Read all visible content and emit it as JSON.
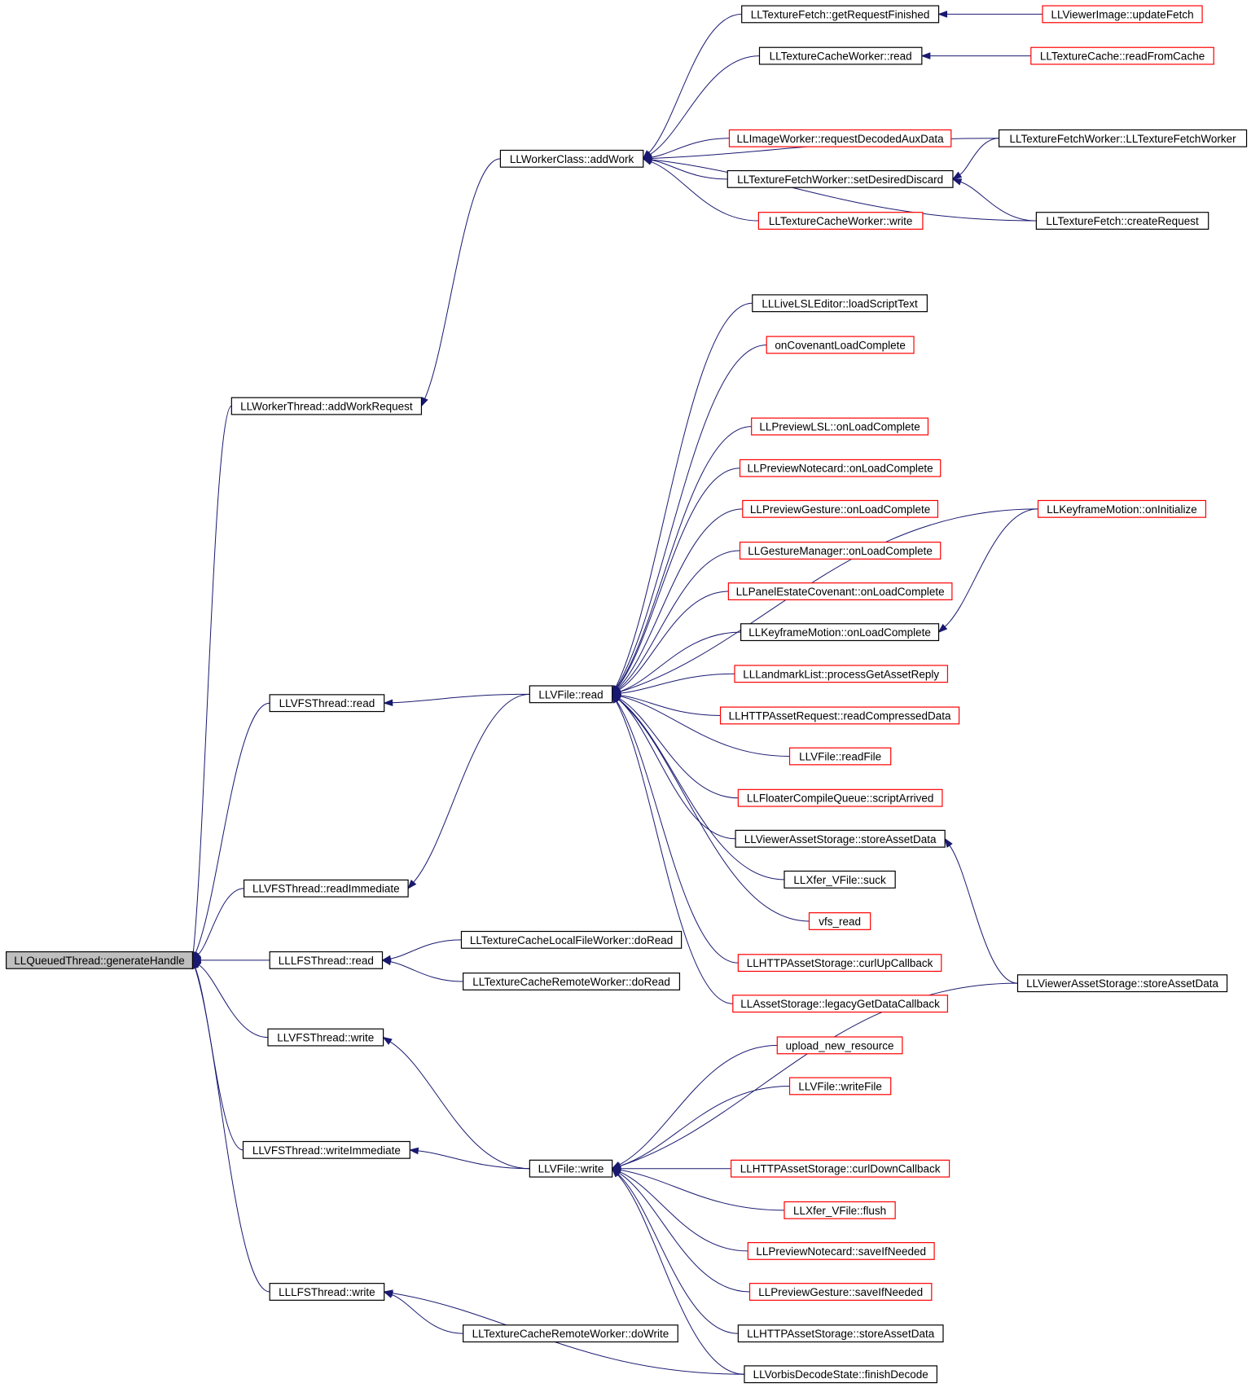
{
  "colors": {
    "edge": "#191970",
    "border_documented": "#000000",
    "border_undocumented": "#ff0000",
    "root_fill": "#bfbfbf",
    "node_fill": "#ffffff"
  },
  "nodes": [
    {
      "id": "root",
      "label": "LLQueuedThread::generateHandle",
      "style": "root"
    },
    {
      "id": "wt_addWorkRequest",
      "label": "LLWorkerThread::addWorkRequest",
      "style": "black"
    },
    {
      "id": "vfsthread_read",
      "label": "LLVFSThread::read",
      "style": "black"
    },
    {
      "id": "vfsthread_readImmediate",
      "label": "LLVFSThread::readImmediate",
      "style": "black"
    },
    {
      "id": "lfsthread_read",
      "label": "LLLFSThread::read",
      "style": "black"
    },
    {
      "id": "vfsthread_write",
      "label": "LLVFSThread::write",
      "style": "black"
    },
    {
      "id": "vfsthread_writeImmediate",
      "label": "LLVFSThread::writeImmediate",
      "style": "black"
    },
    {
      "id": "lfsthread_write",
      "label": "LLLFSThread::write",
      "style": "black"
    },
    {
      "id": "wc_addWork",
      "label": "LLWorkerClass::addWork",
      "style": "black"
    },
    {
      "id": "vfile_read",
      "label": "LLVFile::read",
      "style": "black"
    },
    {
      "id": "vfile_write",
      "label": "LLVFile::write",
      "style": "black"
    },
    {
      "id": "tclfw_doRead",
      "label": "LLTextureCacheLocalFileWorker::doRead",
      "style": "black"
    },
    {
      "id": "tcrw_doRead",
      "label": "LLTextureCacheRemoteWorker::doRead",
      "style": "black"
    },
    {
      "id": "tcrw_doWrite",
      "label": "LLTextureCacheRemoteWorker::doWrite",
      "style": "black"
    },
    {
      "id": "tf_getRequestFinished",
      "label": "LLTextureFetch::getRequestFinished",
      "style": "black"
    },
    {
      "id": "tcw_read",
      "label": "LLTextureCacheWorker::read",
      "style": "black"
    },
    {
      "id": "iw_requestDecodedAuxData",
      "label": "LLImageWorker::requestDecodedAuxData",
      "style": "red"
    },
    {
      "id": "tfw_setDesiredDiscard",
      "label": "LLTextureFetchWorker::setDesiredDiscard",
      "style": "black"
    },
    {
      "id": "tcw_write",
      "label": "LLTextureCacheWorker::write",
      "style": "red"
    },
    {
      "id": "vi_updateFetch",
      "label": "LLViewerImage::updateFetch",
      "style": "red"
    },
    {
      "id": "tc_readFromCache",
      "label": "LLTextureCache::readFromCache",
      "style": "red"
    },
    {
      "id": "tfw_ctor",
      "label": "LLTextureFetchWorker::LLTextureFetchWorker",
      "style": "black"
    },
    {
      "id": "tf_createRequest",
      "label": "LLTextureFetch::createRequest",
      "style": "black"
    },
    {
      "id": "livelsl_loadScriptText",
      "label": "LLLiveLSLEditor::loadScriptText",
      "style": "black"
    },
    {
      "id": "onCovenantLoadComplete",
      "label": "onCovenantLoadComplete",
      "style": "red"
    },
    {
      "id": "prevlsl_onLoadComplete",
      "label": "LLPreviewLSL::onLoadComplete",
      "style": "red"
    },
    {
      "id": "prevnote_onLoadComplete",
      "label": "LLPreviewNotecard::onLoadComplete",
      "style": "red"
    },
    {
      "id": "prevgest_onLoadComplete",
      "label": "LLPreviewGesture::onLoadComplete",
      "style": "red"
    },
    {
      "id": "gestmgr_onLoadComplete",
      "label": "LLGestureManager::onLoadComplete",
      "style": "red"
    },
    {
      "id": "panelcov_onLoadComplete",
      "label": "LLPanelEstateCovenant::onLoadComplete",
      "style": "red"
    },
    {
      "id": "kfm_onLoadComplete",
      "label": "LLKeyframeMotion::onLoadComplete",
      "style": "black"
    },
    {
      "id": "lmlist_processGetAssetReply",
      "label": "LLLandmarkList::processGetAssetReply",
      "style": "red"
    },
    {
      "id": "httpreq_readCompressedData",
      "label": "LLHTTPAssetRequest::readCompressedData",
      "style": "red"
    },
    {
      "id": "vfile_readFile",
      "label": "LLVFile::readFile",
      "style": "red"
    },
    {
      "id": "fcq_scriptArrived",
      "label": "LLFloaterCompileQueue::scriptArrived",
      "style": "red"
    },
    {
      "id": "vas_storeAssetData_1",
      "label": "LLViewerAssetStorage::storeAssetData",
      "style": "black"
    },
    {
      "id": "xfer_suck",
      "label": "LLXfer_VFile::suck",
      "style": "black"
    },
    {
      "id": "vfs_read",
      "label": "vfs_read",
      "style": "red"
    },
    {
      "id": "httpstor_curlUpCallback",
      "label": "LLHTTPAssetStorage::curlUpCallback",
      "style": "red"
    },
    {
      "id": "as_legacyGetDataCallback",
      "label": "LLAssetStorage::legacyGetDataCallback",
      "style": "red"
    },
    {
      "id": "kfm_onInitialize",
      "label": "LLKeyframeMotion::onInitialize",
      "style": "red"
    },
    {
      "id": "vas_storeAssetData_2",
      "label": "LLViewerAssetStorage::storeAssetData",
      "style": "black"
    },
    {
      "id": "upload_new_resource",
      "label": "upload_new_resource",
      "style": "red"
    },
    {
      "id": "vfile_writeFile",
      "label": "LLVFile::writeFile",
      "style": "red"
    },
    {
      "id": "httpstor_curlDownCallback",
      "label": "LLHTTPAssetStorage::curlDownCallback",
      "style": "red"
    },
    {
      "id": "xfer_flush",
      "label": "LLXfer_VFile::flush",
      "style": "red"
    },
    {
      "id": "prevnote_saveIfNeeded",
      "label": "LLPreviewNotecard::saveIfNeeded",
      "style": "red"
    },
    {
      "id": "prevgest_saveIfNeeded",
      "label": "LLPreviewGesture::saveIfNeeded",
      "style": "red"
    },
    {
      "id": "httpstor_storeAssetData",
      "label": "LLHTTPAssetStorage::storeAssetData",
      "style": "black"
    },
    {
      "id": "vorbis_finishDecode",
      "label": "LLVorbisDecodeState::finishDecode",
      "style": "black"
    }
  ],
  "edges": [
    {
      "from": "wt_addWorkRequest",
      "to": "root"
    },
    {
      "from": "vfsthread_read",
      "to": "root"
    },
    {
      "from": "vfsthread_readImmediate",
      "to": "root"
    },
    {
      "from": "lfsthread_read",
      "to": "root"
    },
    {
      "from": "vfsthread_write",
      "to": "root"
    },
    {
      "from": "vfsthread_writeImmediate",
      "to": "root"
    },
    {
      "from": "lfsthread_write",
      "to": "root"
    },
    {
      "from": "wc_addWork",
      "to": "wt_addWorkRequest"
    },
    {
      "from": "vfile_read",
      "to": "vfsthread_read"
    },
    {
      "from": "vfile_read",
      "to": "vfsthread_readImmediate"
    },
    {
      "from": "tclfw_doRead",
      "to": "lfsthread_read"
    },
    {
      "from": "tcrw_doRead",
      "to": "lfsthread_read"
    },
    {
      "from": "vfile_write",
      "to": "vfsthread_write"
    },
    {
      "from": "vfile_write",
      "to": "vfsthread_writeImmediate"
    },
    {
      "from": "tcrw_doWrite",
      "to": "lfsthread_write"
    },
    {
      "from": "vorbis_finishDecode",
      "to": "lfsthread_write"
    },
    {
      "from": "tf_getRequestFinished",
      "to": "wc_addWork"
    },
    {
      "from": "tcw_read",
      "to": "wc_addWork"
    },
    {
      "from": "tfw_ctor",
      "to": "wc_addWork"
    },
    {
      "from": "iw_requestDecodedAuxData",
      "to": "wc_addWork"
    },
    {
      "from": "tfw_setDesiredDiscard",
      "to": "wc_addWork"
    },
    {
      "from": "tcw_write",
      "to": "wc_addWork"
    },
    {
      "from": "tf_createRequest",
      "to": "wc_addWork"
    },
    {
      "from": "vi_updateFetch",
      "to": "tf_getRequestFinished"
    },
    {
      "from": "tc_readFromCache",
      "to": "tcw_read"
    },
    {
      "from": "tfw_ctor",
      "to": "tfw_setDesiredDiscard"
    },
    {
      "from": "tf_createRequest",
      "to": "tfw_setDesiredDiscard"
    },
    {
      "from": "livelsl_loadScriptText",
      "to": "vfile_read"
    },
    {
      "from": "onCovenantLoadComplete",
      "to": "vfile_read"
    },
    {
      "from": "kfm_onInitialize",
      "to": "vfile_read"
    },
    {
      "from": "prevlsl_onLoadComplete",
      "to": "vfile_read"
    },
    {
      "from": "prevnote_onLoadComplete",
      "to": "vfile_read"
    },
    {
      "from": "prevgest_onLoadComplete",
      "to": "vfile_read"
    },
    {
      "from": "gestmgr_onLoadComplete",
      "to": "vfile_read"
    },
    {
      "from": "panelcov_onLoadComplete",
      "to": "vfile_read"
    },
    {
      "from": "kfm_onLoadComplete",
      "to": "vfile_read"
    },
    {
      "from": "lmlist_processGetAssetReply",
      "to": "vfile_read"
    },
    {
      "from": "httpreq_readCompressedData",
      "to": "vfile_read"
    },
    {
      "from": "vfile_readFile",
      "to": "vfile_read"
    },
    {
      "from": "fcq_scriptArrived",
      "to": "vfile_read"
    },
    {
      "from": "vas_storeAssetData_1",
      "to": "vfile_read"
    },
    {
      "from": "xfer_suck",
      "to": "vfile_read"
    },
    {
      "from": "vfs_read",
      "to": "vfile_read"
    },
    {
      "from": "httpstor_curlUpCallback",
      "to": "vfile_read"
    },
    {
      "from": "as_legacyGetDataCallback",
      "to": "vfile_read"
    },
    {
      "from": "kfm_onInitialize",
      "to": "kfm_onLoadComplete"
    },
    {
      "from": "vas_storeAssetData_2",
      "to": "vas_storeAssetData_1"
    },
    {
      "from": "upload_new_resource",
      "to": "vfile_write"
    },
    {
      "from": "vfile_writeFile",
      "to": "vfile_write"
    },
    {
      "from": "vas_storeAssetData_2",
      "to": "vfile_write"
    },
    {
      "from": "httpstor_curlDownCallback",
      "to": "vfile_write"
    },
    {
      "from": "xfer_flush",
      "to": "vfile_write"
    },
    {
      "from": "prevnote_saveIfNeeded",
      "to": "vfile_write"
    },
    {
      "from": "prevgest_saveIfNeeded",
      "to": "vfile_write"
    },
    {
      "from": "httpstor_storeAssetData",
      "to": "vfile_write"
    },
    {
      "from": "vorbis_finishDecode",
      "to": "vfile_write"
    }
  ]
}
